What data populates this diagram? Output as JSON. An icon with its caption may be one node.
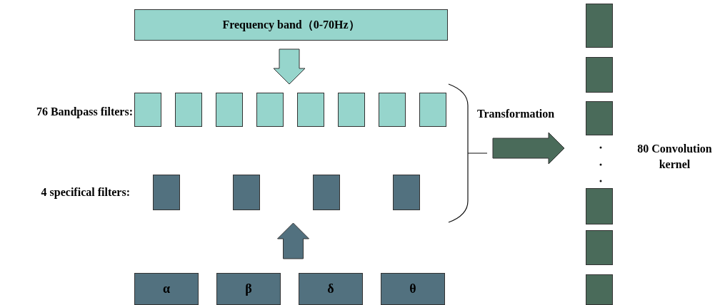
{
  "diagram": {
    "nodes": [
      {
        "text": [
          "Frequency band（0-70Hz）"
        ]
      },
      {
        "text": [],
        "shape": "box"
      },
      {
        "text": [],
        "shape": "box"
      },
      {
        "text": [],
        "shape": "box"
      },
      {
        "text": [],
        "shape": "box"
      },
      {
        "text": [],
        "shape": "box"
      },
      {
        "text": [],
        "shape": "box"
      },
      {
        "text": [],
        "shape": "box"
      },
      {
        "text": [],
        "shape": "box"
      },
      {
        "text": [],
        "shape": "box"
      },
      {
        "text": [],
        "shape": "box"
      },
      {
        "text": [],
        "shape": "box"
      },
      {
        "text": [],
        "shape": "box"
      },
      {
        "text": [
          "α"
        ]
      },
      {
        "text": [
          "β"
        ]
      },
      {
        "text": [
          "δ"
        ]
      },
      {
        "text": [
          "θ"
        ]
      },
      {
        "text": [],
        "shape": "bracket"
      },
      {
        "text": [],
        "shape": "box"
      },
      {
        "text": [],
        "shape": "box"
      },
      {
        "text": [],
        "shape": "box"
      },
      {
        "text": [],
        "shape": "box"
      },
      {
        "text": [],
        "shape": "box"
      },
      {
        "text": [],
        "shape": "box"
      }
    ],
    "edges": [
      {
        "from": 0,
        "to": null,
        "arrow": "to"
      },
      {
        "from": 14,
        "to": null,
        "arrow": "to"
      },
      {
        "from": 17,
        "to": null,
        "arrow": "to",
        "label": "Transformation"
      }
    ],
    "labels": [
      "76 Bandpass filters:",
      "4 specifical filters:",
      "80 Convolution kernel"
    ]
  }
}
